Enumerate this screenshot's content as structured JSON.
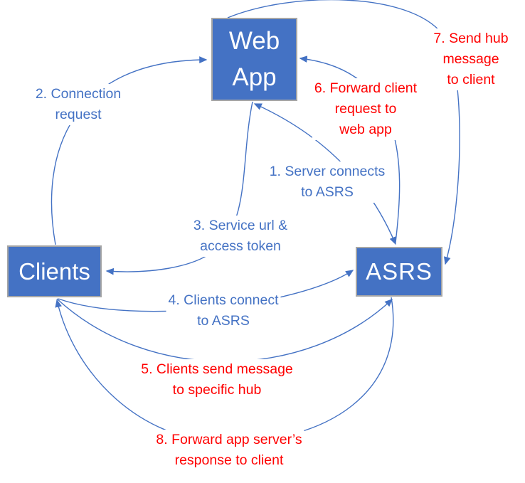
{
  "diagram": {
    "type": "flow-diagram",
    "nodes": {
      "web_app": {
        "label": "Web App"
      },
      "clients": {
        "label": "Clients"
      },
      "asrs": {
        "label": "ASRS"
      }
    },
    "labels": {
      "l1": {
        "lines": [
          "1. Server connects",
          "to ASRS"
        ],
        "color": "#4472C4"
      },
      "l2": {
        "lines": [
          "2. Connection",
          "request"
        ],
        "color": "#4472C4"
      },
      "l3": {
        "lines": [
          "3. Service url &",
          "access token"
        ],
        "color": "#4472C4"
      },
      "l4": {
        "lines": [
          "4. Clients connect",
          "to ASRS"
        ],
        "color": "#4472C4"
      },
      "l5": {
        "lines": [
          "5. Clients send message",
          "to specific hub"
        ],
        "color": "#FF0000"
      },
      "l6": {
        "lines": [
          "6. Forward client",
          "request to",
          "web app"
        ],
        "color": "#FF0000"
      },
      "l7": {
        "lines": [
          "7. Send hub",
          "message",
          "to client"
        ],
        "color": "#FF0000"
      },
      "l8": {
        "lines": [
          "8. Forward app server’s",
          "response to client"
        ],
        "color": "#FF0000"
      }
    },
    "colors": {
      "node_fill": "#4472C4",
      "node_border": "#A6A6A6",
      "node_text": "#FFFFFF",
      "arrow": "#4472C4",
      "blue_label": "#4472C4",
      "red_label": "#FF0000",
      "background": "#FFFFFF"
    }
  }
}
